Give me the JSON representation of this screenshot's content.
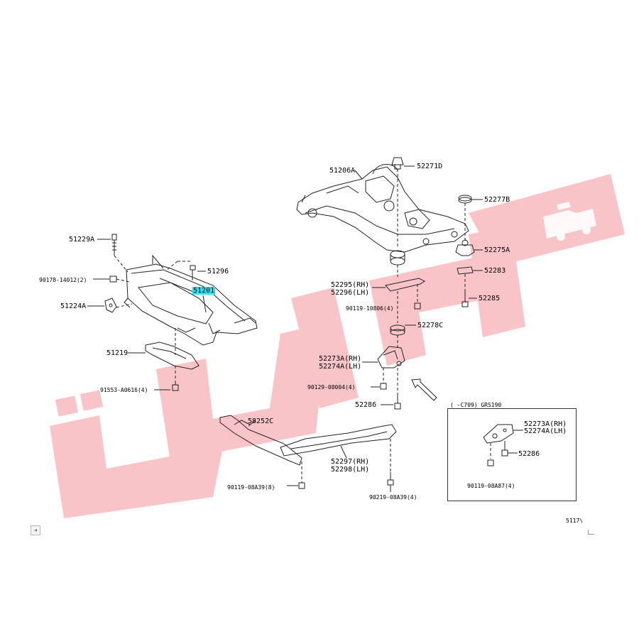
{
  "diagram": {
    "labels": {
      "p51229A": "51229A",
      "p90178": "90178-14012(2)",
      "p51224A": "51224A",
      "p51296": "51296",
      "p51201": "51201",
      "p51219": "51219",
      "p91553": "91553-A0616(4)",
      "p51206A": "51206A",
      "p52271D": "52271D",
      "p52277B": "52277B",
      "p52275A": "52275A",
      "p52283": "52283",
      "p52285": "52285",
      "p52295": "52295(RH)",
      "p52296": "52296(LH)",
      "p90119_10806": "90119-10806(4)",
      "p52278C": "52278C",
      "p52273A": "52273A(RH)",
      "p52274A": "52274A(LH)",
      "p90129": "90129-08004(4)",
      "p52286": "52286",
      "p58252C": "58252C",
      "p52297": "52297(RH)",
      "p52298": "52298(LH)",
      "p90119_08A39a": "90119-08A39(8)",
      "p90219": "90219-08A39(4)",
      "inset_header": "(    -C709) GRS190",
      "inset_52273A": "52273A(RH)",
      "inset_52274A": "52274A(LH)",
      "inset_52286": "52286",
      "inset_90119": "90119-08A87(4)",
      "footer_code": "5117\\"
    },
    "highlight_color": "#29e3f0",
    "watermark_color": "#f6a0a6"
  },
  "scrollbar": {
    "left_arrow_icon": "◂"
  }
}
